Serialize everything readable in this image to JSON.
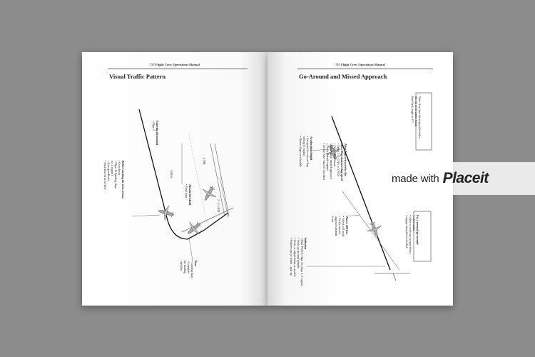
{
  "left_page": {
    "running_head": "737 Flight Crew Operations Manual",
    "title": "Visual Traffic Pattern",
    "notes": {
      "entering_downwind": [
        "Entering downwind",
        "• Flaps 5"
      ],
      "before_turning_base": [
        "Before starting the turn to base",
        "• Gear down",
        "• Flaps 15 (landing flaps",
        "  for 1 engine)",
        "• Arm speedbrake",
        "• Start descent as needed"
      ],
      "mid_field": [
        "1500 ft"
      ],
      "abm_threshold": [
        "Abeam threshold",
        "• Final flaps"
      ],
      "base": [
        "Base",
        "• Landing flaps",
        "• Complete",
        "  the landing",
        "  checklist"
      ],
      "dist1": [
        "2 NM"
      ],
      "dist2": [
        "2 - 2.5 NM"
      ]
    }
  },
  "right_page": {
    "running_head": "737 Flight Crew Operations Manual",
    "title": "Go-Around and Missed Approach",
    "notes": {
      "acceleration_height": [
        "Acceleration height",
        "• Set speed for current flap",
        "  setting (1 engine)",
        "• Retract flaps on schedule"
      ],
      "flaps_up": [
        "After flaps retracted to the",
        "above flap maneuvering speed",
        "• Select LVL CHG or VNAV",
        "• Verify climb thrust",
        "• Go-around / missed approach",
        "• Verify altitude capture",
        "• Do the After Takeoff checklist"
      ],
      "above_400": [
        "Above 400 feet",
        "• Select roll mode",
        "• Verify missed",
        "  approach altitude",
        "  is set"
      ],
      "initiation": [
        "Initiation",
        "• Push TO/GA, flaps 15 (flaps 1, 1 engine)",
        "• Verify go-around attitude",
        "• Verify or adjust thrust as needed",
        "• Positive rate of climb – gear up"
      ],
      "note_box": [
        "Note: Any time the airspeed is below",
        "the top of the amber band,",
        "limit bank angle to 15°."
      ],
      "if_normal_box": [
        "For a normal go-around",
        "• select initial",
        "• select or verify go-around thrust",
        "• engage autopilot as needed"
      ]
    }
  },
  "watermark": {
    "made_with": "made with",
    "brand": "Placeit"
  }
}
